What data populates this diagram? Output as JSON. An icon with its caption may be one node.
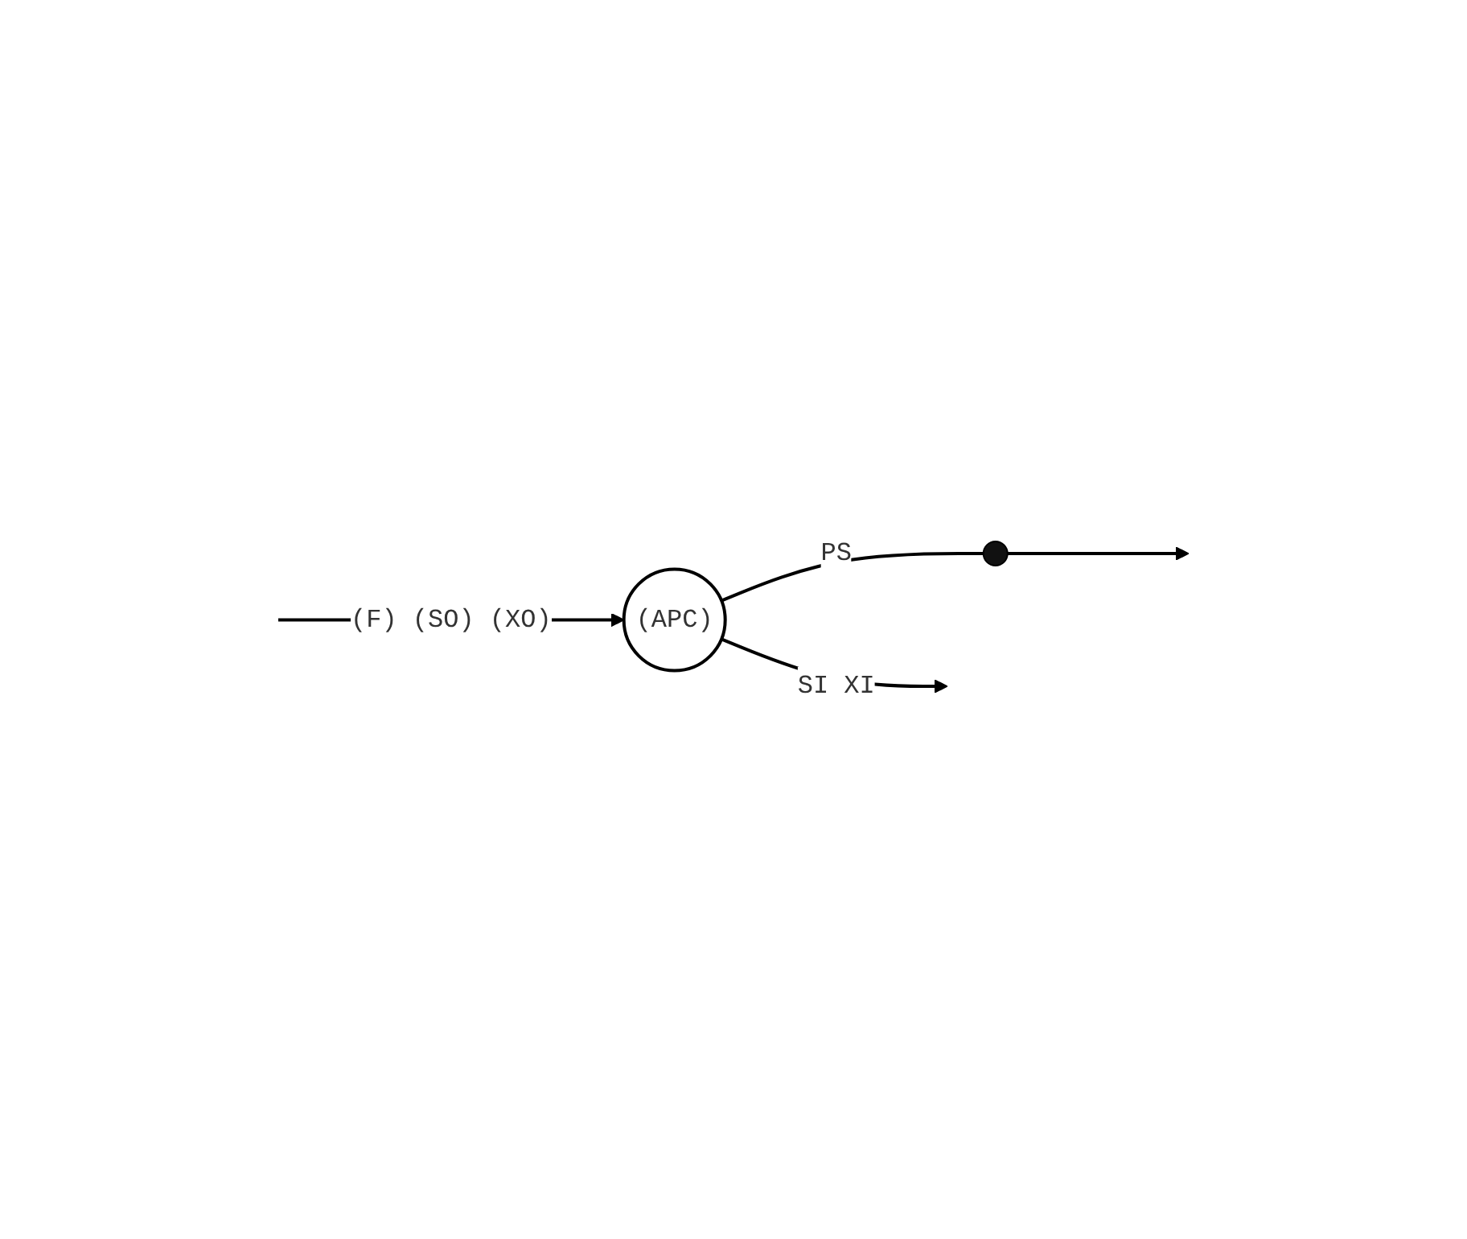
{
  "diagram": {
    "nodes": [
      {
        "text": [
          "(APC)"
        ]
      },
      {
        "text": [],
        "shape": "circle"
      }
    ],
    "edges": [
      {
        "from": null,
        "to": 0,
        "arrow": "to",
        "label": "(F) (SO) (XO)"
      },
      {
        "from": 0,
        "to": null,
        "arrow": "to",
        "label": "SI XI"
      },
      {
        "from": 0,
        "to": 1,
        "arrow": "none",
        "label": "PS"
      },
      {
        "from": 1,
        "to": null,
        "arrow": "to"
      }
    ]
  }
}
